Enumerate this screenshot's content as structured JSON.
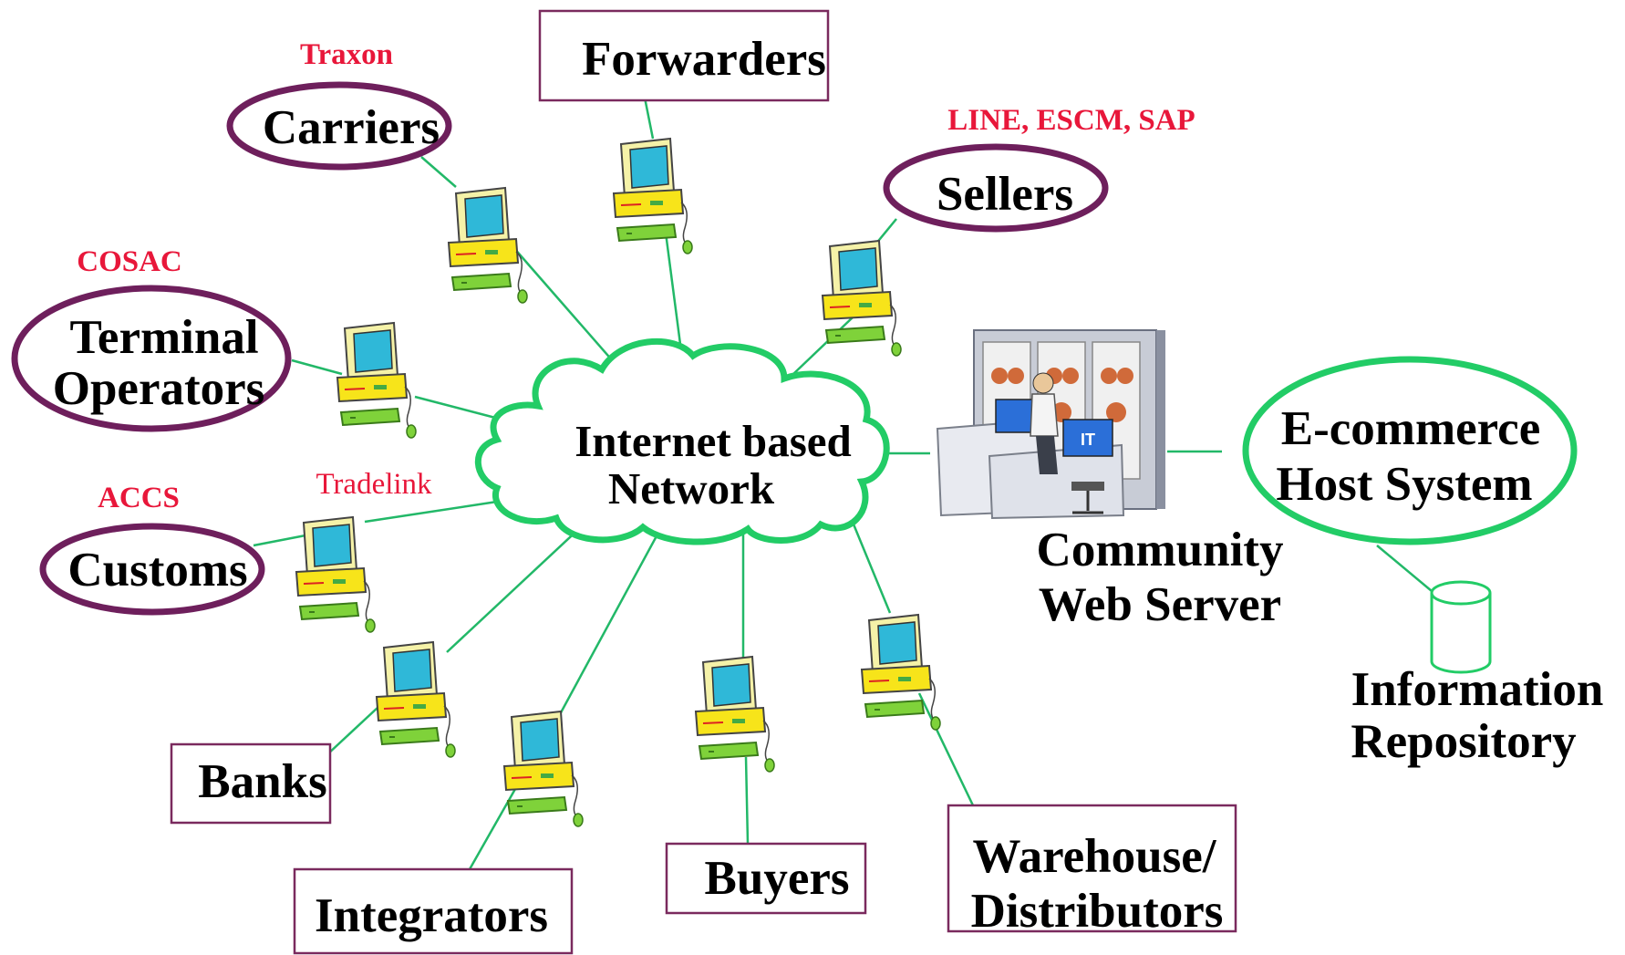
{
  "center": {
    "line1": "Internet based",
    "line2": "Network"
  },
  "nodes": {
    "carriers": {
      "label": "Carriers",
      "system": "Traxon"
    },
    "forwarders": {
      "label": "Forwarders"
    },
    "sellers": {
      "label": "Sellers",
      "system": "LINE, ESCM, SAP"
    },
    "terminal": {
      "line1": "Terminal",
      "line2": "Operators",
      "system": "COSAC"
    },
    "customs": {
      "label": "Customs",
      "system": "ACCS"
    },
    "tradelink": {
      "label": "Tradelink"
    },
    "banks": {
      "label": "Banks"
    },
    "integrators": {
      "label": "Integrators"
    },
    "buyers": {
      "label": "Buyers"
    },
    "warehouse": {
      "line1": "Warehouse/",
      "line2": "Distributors"
    }
  },
  "server": {
    "line1": "Community",
    "line2": "Web Server",
    "badge": "IT"
  },
  "host": {
    "line1": "E-commerce",
    "line2": "Host System"
  },
  "repository": {
    "line1": "Information",
    "line2": "Repository"
  },
  "colors": {
    "connector": "#22b868",
    "ellipse_stroke": "#6e1f5c",
    "box_stroke": "#7a2a5e",
    "system_text": "#e8173a",
    "cloud_stroke": "#22cc66"
  }
}
